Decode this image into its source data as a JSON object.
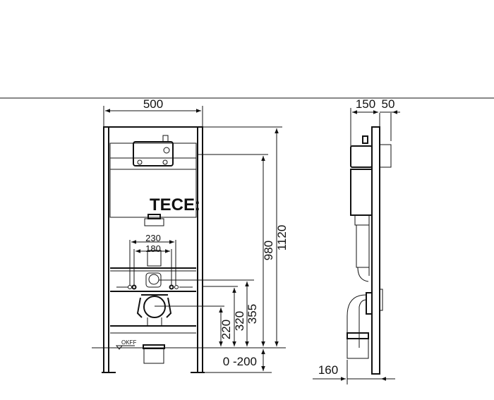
{
  "brand_logo": "TECE:",
  "floor_marker": "OKFF",
  "front_view": {
    "width_dim": "500",
    "bolt_outer_dim": "230",
    "bolt_inner_dim": "180",
    "height_total_dim": "1120",
    "height_actuator_dim": "980",
    "height_355_dim": "355",
    "height_320_dim": "320",
    "height_220_dim": "220",
    "leg_adjust_dim": "0 -200"
  },
  "side_view": {
    "depth_dim": "150",
    "plate_dim": "50",
    "outlet_dim": "160"
  }
}
